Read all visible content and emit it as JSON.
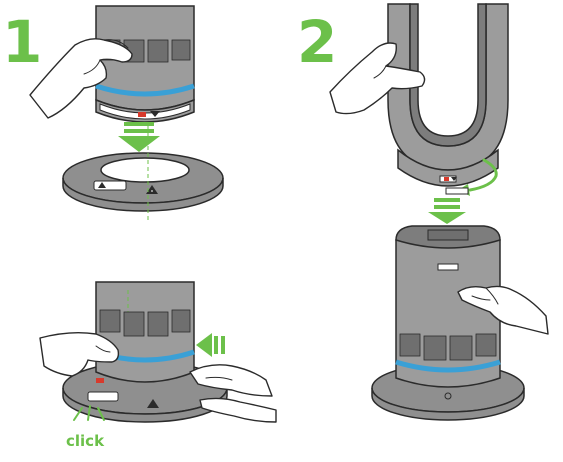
{
  "steps": [
    {
      "number": "1"
    },
    {
      "number": "2"
    }
  ],
  "annotations": {
    "click": "click"
  },
  "colors": {
    "accent_green": "#6cc04a",
    "indicator_blue": "#3aa0d6",
    "device_grey": "#9c9c9c",
    "grill_grey": "#6f6f6f",
    "outline": "#2b2b2b",
    "marker_red": "#d83a2c"
  },
  "icons": [
    "push-down-arrow-icon",
    "push-left-arrow-icon",
    "rotate-arrow-icon",
    "lock-marker-icon",
    "warning-triangle-icon",
    "click-burst-icon"
  ]
}
